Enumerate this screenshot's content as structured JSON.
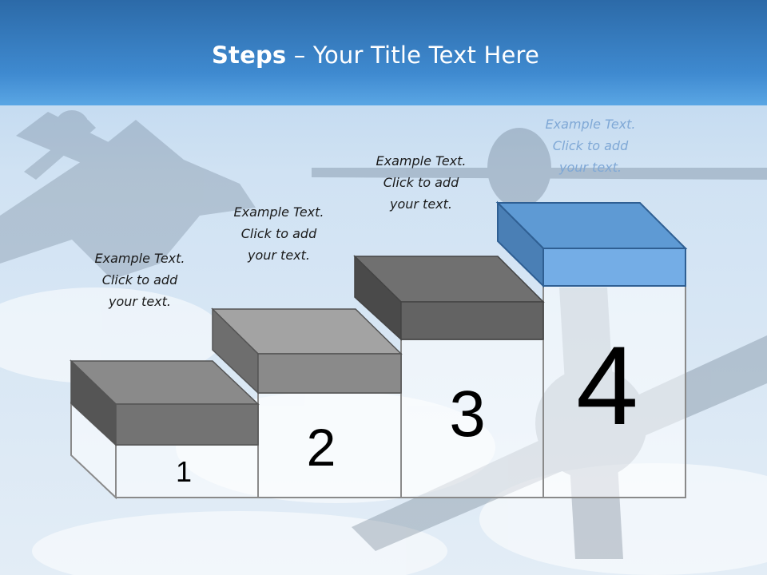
{
  "title": {
    "bold": "Steps",
    "rest": " – Your Title Text Here"
  },
  "steps": [
    {
      "number": "1",
      "lines": [
        "Example Text.",
        "Click  to add",
        "your text."
      ]
    },
    {
      "number": "2",
      "lines": [
        "Example Text.",
        "Click  to add",
        "your text."
      ]
    },
    {
      "number": "3",
      "lines": [
        "Example Text.",
        "Click  to add",
        "your text."
      ]
    },
    {
      "number": "4",
      "lines": [
        "Example Text.",
        "Click  to add",
        "your text."
      ]
    }
  ],
  "colors": {
    "header_top": "#2f6fb0",
    "header_bottom": "#4a9ce0",
    "sky": "#c9ddef",
    "block_gray_top": "#8c8c8c",
    "block_gray_front": "#6e6e6e",
    "block_gray_side": "#595959",
    "block_blue_top": "#5b9ad6",
    "block_blue_front": "#6fa9e2",
    "block_blue_side": "#4f82b9"
  }
}
